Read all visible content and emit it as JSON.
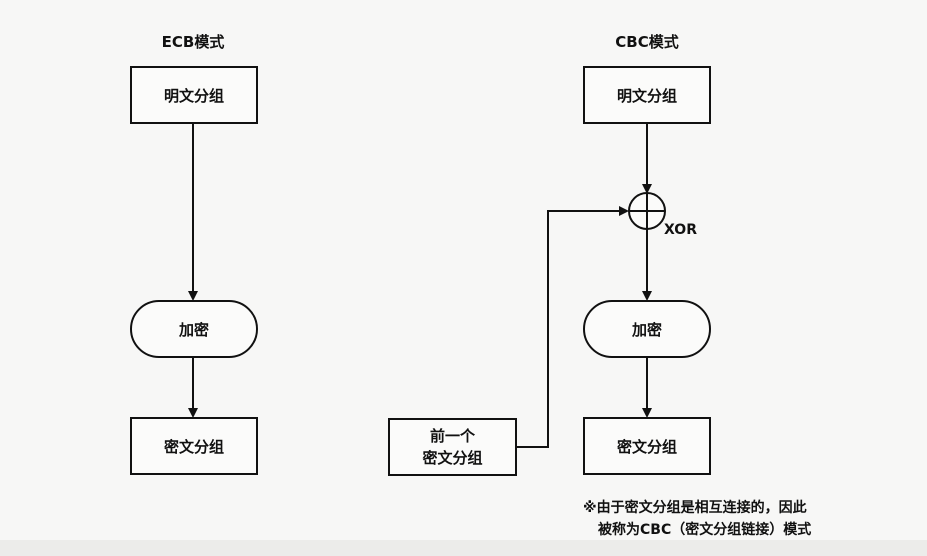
{
  "ecb": {
    "title": "ECB模式",
    "plaintext": "明文分组",
    "encrypt": "加密",
    "ciphertext": "密文分组"
  },
  "cbc": {
    "title": "CBC模式",
    "plaintext": "明文分组",
    "xor_label": "XOR",
    "encrypt": "加密",
    "ciphertext": "密文分组",
    "previous_line1": "前一个",
    "previous_line2": "密文分组"
  },
  "note": {
    "line1": "※由于密文分组是相互连接的，因此",
    "line2": "被称为CBC（密文分组链接）模式"
  }
}
